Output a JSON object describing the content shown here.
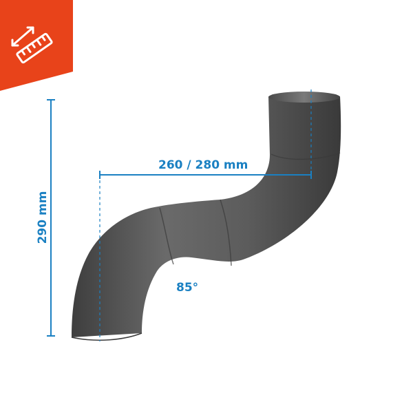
{
  "badge": {
    "icon": "ruler-icon",
    "color": "#e8431a"
  },
  "product": {
    "color": "#5a5a5a"
  },
  "dimensions": {
    "color": "#1a80c2",
    "width_label": "260 / 280 mm",
    "height_label": "290 mm",
    "angle_label": "85°"
  }
}
